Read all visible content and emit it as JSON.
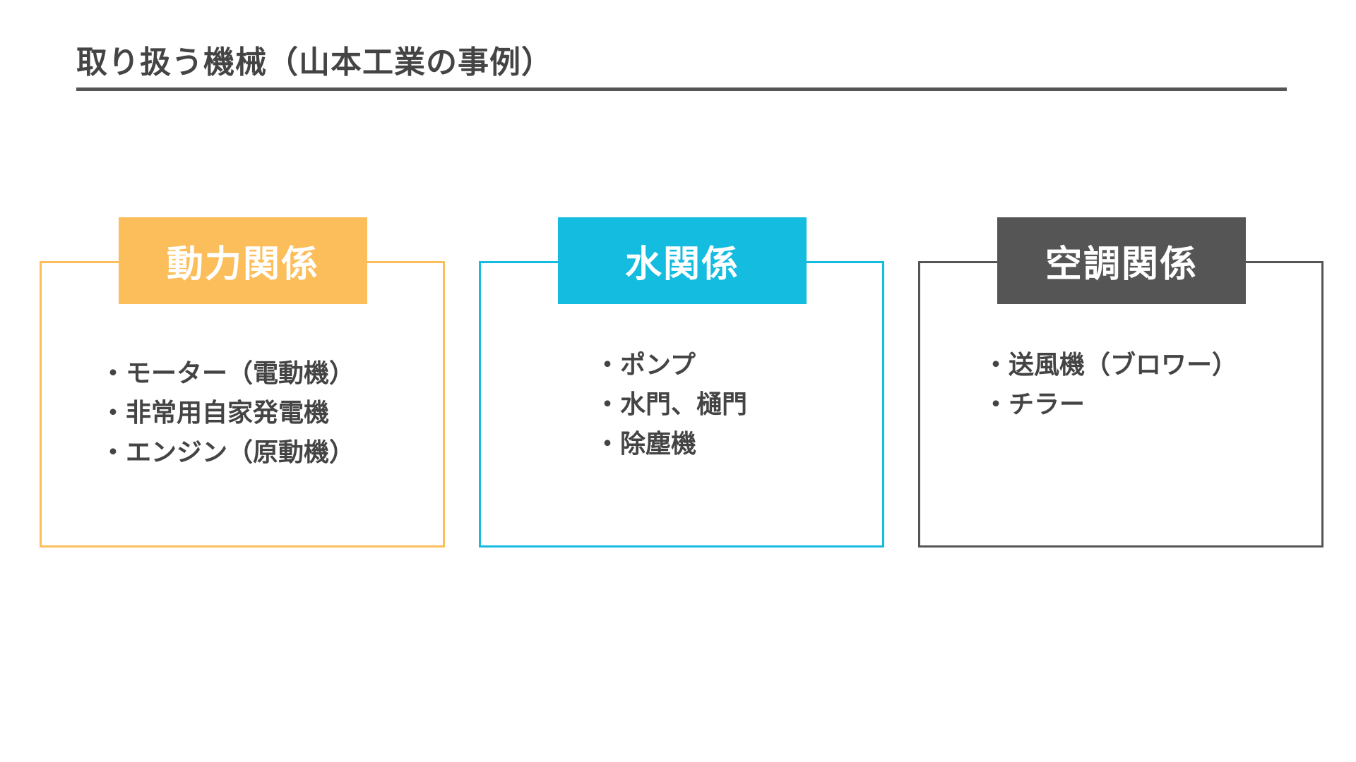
{
  "page": {
    "title": "取り扱う機械（山本工業の事例）"
  },
  "categories": [
    {
      "label": "動力関係",
      "color": "#FBBE5B",
      "items": [
        "モーター（電動機）",
        "非常用自家発電機",
        "エンジン（原動機）"
      ]
    },
    {
      "label": "水関係",
      "color": "#14BCDF",
      "items": [
        "ポンプ",
        "水門、樋門",
        "除塵機"
      ]
    },
    {
      "label": "空調関係",
      "color": "#555555",
      "items": [
        "送風機（ブロワー）",
        "チラー"
      ]
    }
  ]
}
